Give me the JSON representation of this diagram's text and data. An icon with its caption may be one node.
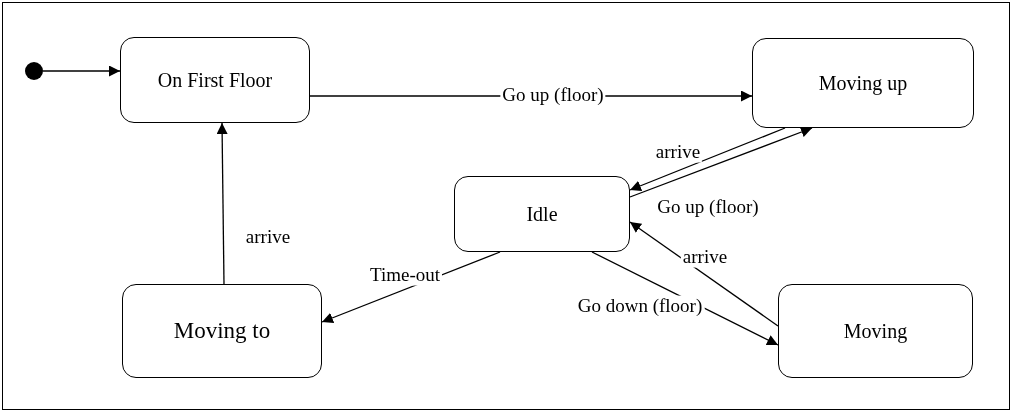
{
  "diagram": {
    "nodes": [
      {
        "text": [],
        "shape": "circle"
      },
      {
        "text": [
          "On First Floor"
        ]
      },
      {
        "text": [
          "Moving up"
        ]
      },
      {
        "text": [
          "Idle"
        ]
      },
      {
        "text": [
          "Moving to"
        ]
      },
      {
        "text": [
          "Moving"
        ]
      }
    ],
    "edges": [
      {
        "from": 0,
        "to": 1,
        "arrow": "to"
      },
      {
        "from": 1,
        "to": 2,
        "arrow": "to",
        "label": "Go up (floor)"
      },
      {
        "from": 2,
        "to": 3,
        "arrow": "to",
        "label": "arrive"
      },
      {
        "from": 3,
        "to": 2,
        "arrow": "to",
        "label": "Go up (floor)"
      },
      {
        "from": 3,
        "to": 4,
        "arrow": "to",
        "label": "Time-out"
      },
      {
        "from": 3,
        "to": 5,
        "arrow": "to",
        "label": "Go down (floor)"
      },
      {
        "from": 5,
        "to": 3,
        "arrow": "to",
        "label": "arrive"
      },
      {
        "from": 4,
        "to": 1,
        "arrow": "to",
        "label": "arrive"
      }
    ]
  }
}
